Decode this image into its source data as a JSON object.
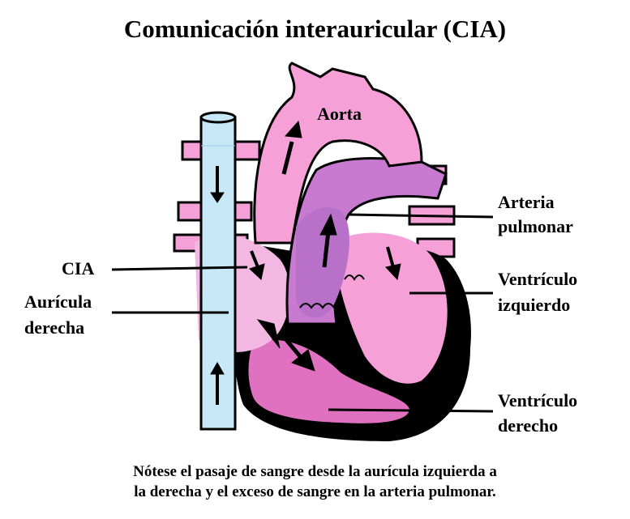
{
  "title": "Comunicación interauricular (CIA)",
  "labels": {
    "aorta": "Aorta",
    "arteria_1": "Arteria",
    "arteria_2": "pulmonar",
    "cia": "CIA",
    "auricula_1": "Aurícula",
    "auricula_2": "derecha",
    "vi_1": "Ventrículo",
    "vi_2": "izquierdo",
    "vd_1": "Ventrículo",
    "vd_2": "derecho"
  },
  "caption": {
    "line1": "Nótese el pasaje de sangre desde la aurícula izquierda a",
    "line2": "la derecha y el exceso de sangre en la arteria pulmonar."
  },
  "colors": {
    "pink": "#f6a0d8",
    "violet": "#c87ad0",
    "magenta": "#e070c0",
    "vein": "#c8e8f8",
    "outline": "#000000"
  }
}
